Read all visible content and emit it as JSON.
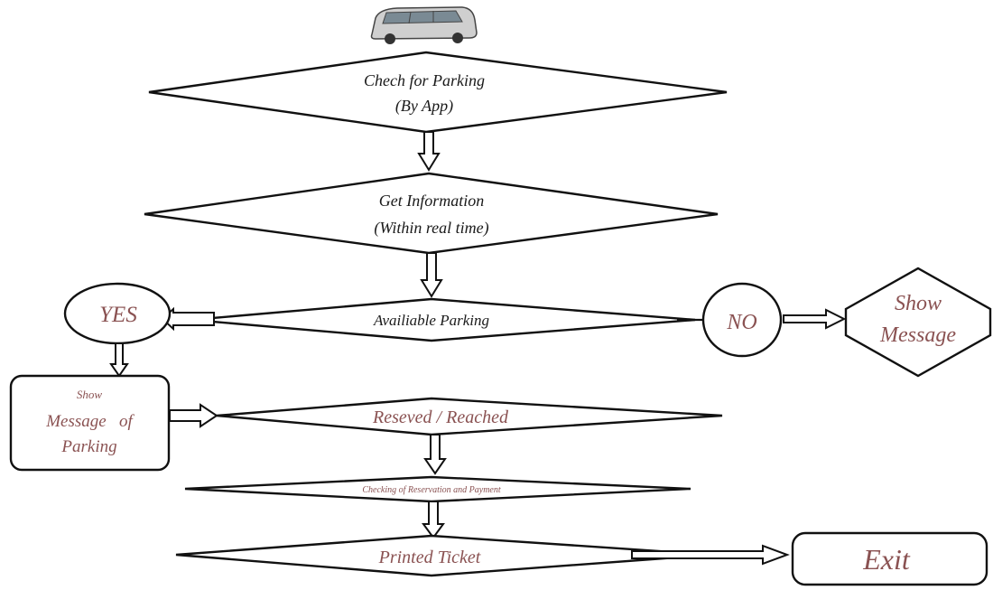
{
  "colors": {
    "stroke": "#111111",
    "text_dark": "#1a1a1a",
    "text_red": "#8a5252",
    "car_body": "#cfcfcf"
  },
  "icons": {
    "vehicle": "car-icon"
  },
  "nodes": {
    "check_parking": {
      "line1": "Chech for Parking",
      "line2": "(By App)"
    },
    "get_information": {
      "line1": "Get Information",
      "line2": "(Within real time)"
    },
    "available_parking": {
      "label": "Availiable Parking"
    },
    "yes": {
      "label": "YES"
    },
    "no": {
      "label": "NO"
    },
    "show_message": {
      "line1": "Show",
      "line2": "Message"
    },
    "show_message_parking": {
      "line1": "Show",
      "line2": "Message   of",
      "line3": "Parking"
    },
    "reserved_reached": {
      "label": "Reseved / Reached"
    },
    "checking_reservation": {
      "label": "Checking of Reservation and Payment"
    },
    "printed_ticket": {
      "label": "Printed Ticket"
    },
    "exit": {
      "label": "Exit"
    }
  }
}
